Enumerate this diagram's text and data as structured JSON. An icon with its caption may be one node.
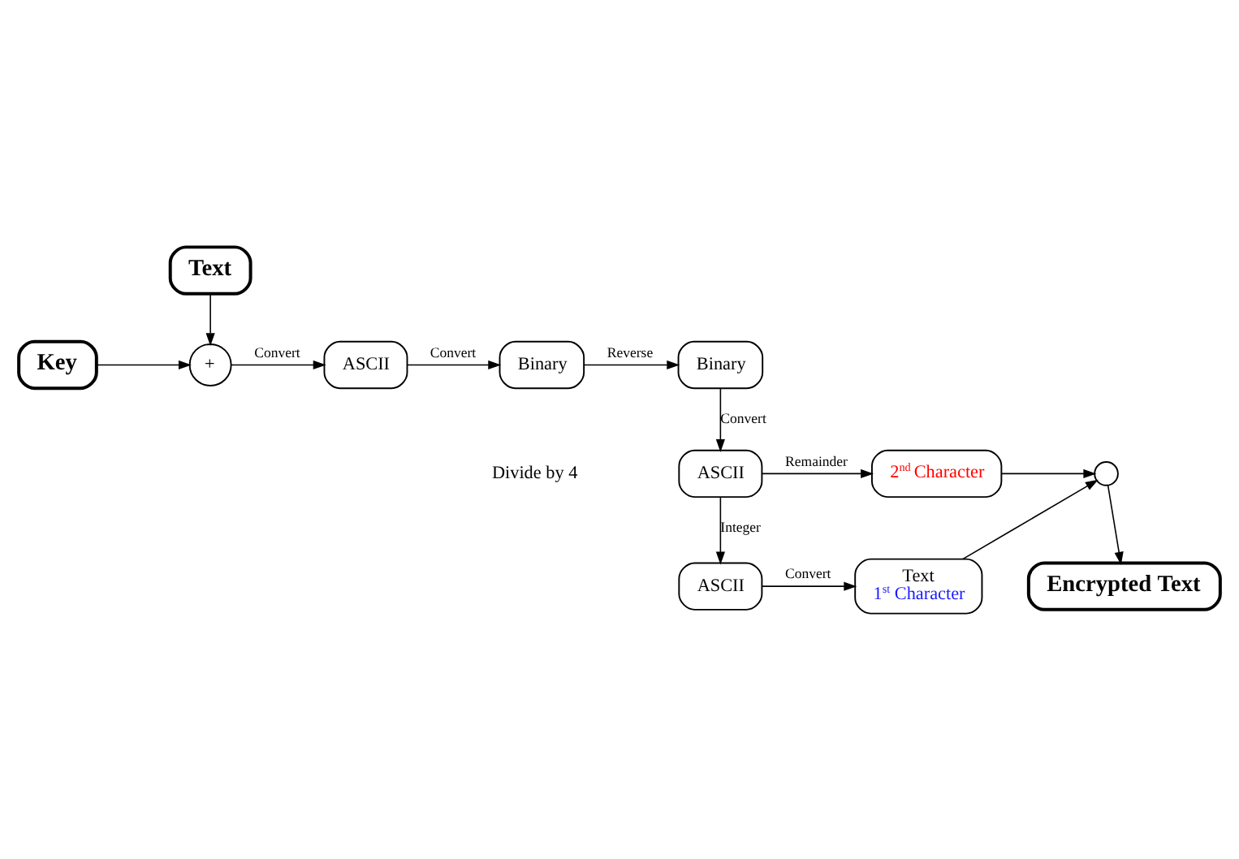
{
  "diagram": {
    "nodes": [
      {
        "text": [
          "Text"
        ]
      },
      {
        "text": [
          "Key"
        ]
      },
      {
        "text": [
          "+"
        ]
      },
      {
        "text": [
          "ASCII"
        ]
      },
      {
        "text": [
          "Binary"
        ]
      },
      {
        "text": [
          "Binary"
        ]
      },
      {
        "text": [
          "ASCII"
        ]
      },
      {
        "text": [
          "ASCII"
        ]
      },
      {
        "text": [
          "Text",
          "1$^{st}$ Character"
        ]
      },
      {
        "text": [
          "2$^{nd}$ Character"
        ]
      },
      {
        "text": [],
        "shape": "circle"
      },
      {
        "text": [
          "Encrypted Text"
        ]
      }
    ],
    "edges": [
      {
        "from": 0,
        "to": 2,
        "arrow": "to"
      },
      {
        "from": 1,
        "to": 2,
        "arrow": "to"
      },
      {
        "from": 2,
        "to": 3,
        "arrow": "to",
        "label": "Convert"
      },
      {
        "from": 3,
        "to": 4,
        "arrow": "to",
        "label": "Convert"
      },
      {
        "from": 4,
        "to": 5,
        "arrow": "to",
        "label": "Reverse"
      },
      {
        "from": 5,
        "to": 6,
        "arrow": "to",
        "label": "Convert"
      },
      {
        "from": 6,
        "to": 7,
        "arrow": "to",
        "label": "Integer"
      },
      {
        "from": 6,
        "to": 9,
        "arrow": "to",
        "label": "Remainder"
      },
      {
        "from": 7,
        "to": 8,
        "arrow": "to",
        "label": "Convert"
      },
      {
        "from": 8,
        "to": 10,
        "arrow": "to"
      },
      {
        "from": 9,
        "to": 10,
        "arrow": "to"
      },
      {
        "from": 10,
        "to": 11,
        "arrow": "to"
      }
    ],
    "labels": [
      "Divide by 4"
    ]
  }
}
